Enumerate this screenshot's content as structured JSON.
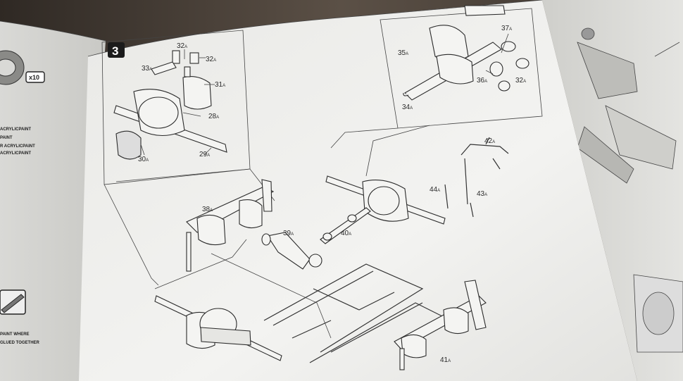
{
  "step": {
    "number": "3"
  },
  "left_page": {
    "badge": "x10",
    "paint_lines": [
      "ACRYLICPAINT",
      "PAINT",
      "R ACRYLICPAINT",
      "ACRYLICPAINT"
    ],
    "bottom_lines": [
      "PAINT WHERE",
      "GLUED TOGETHER"
    ]
  },
  "callouts": [
    {
      "id": "c32a1",
      "num": "32",
      "suffix": "A"
    },
    {
      "id": "c32a2",
      "num": "32",
      "suffix": "A"
    },
    {
      "id": "c33",
      "num": "33",
      "suffix": "A"
    },
    {
      "id": "c31",
      "num": "31",
      "suffix": "A"
    },
    {
      "id": "c28",
      "num": "28",
      "suffix": "A"
    },
    {
      "id": "c30",
      "num": "30",
      "suffix": "A"
    },
    {
      "id": "c29",
      "num": "29",
      "suffix": "A"
    },
    {
      "id": "c35",
      "num": "35",
      "suffix": "A"
    },
    {
      "id": "c37",
      "num": "37",
      "suffix": "A"
    },
    {
      "id": "c36",
      "num": "36",
      "suffix": "A"
    },
    {
      "id": "c32a3",
      "num": "32",
      "suffix": "A"
    },
    {
      "id": "c34",
      "num": "34",
      "suffix": "A"
    },
    {
      "id": "c42",
      "num": "42",
      "suffix": "A"
    },
    {
      "id": "c44",
      "num": "44",
      "suffix": "A"
    },
    {
      "id": "c43",
      "num": "43",
      "suffix": "A"
    },
    {
      "id": "c38",
      "num": "38",
      "suffix": "A"
    },
    {
      "id": "c39",
      "num": "39",
      "suffix": "A"
    },
    {
      "id": "c40",
      "num": "40",
      "suffix": "A"
    },
    {
      "id": "c41",
      "num": "41",
      "suffix": "A"
    }
  ],
  "colors": {
    "page": "#f1f1ef",
    "shadow": "#4a4138",
    "ink": "#2a2a2a",
    "step_badge": "#1b1b1b"
  }
}
